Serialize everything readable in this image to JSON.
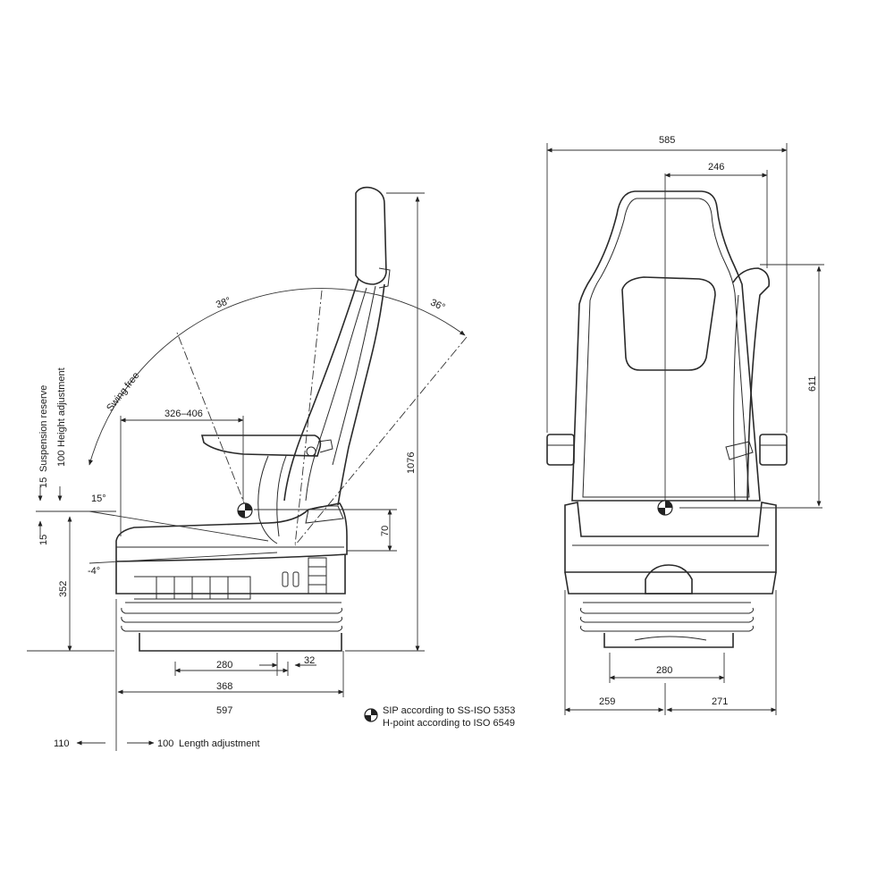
{
  "side_view": {
    "dims": {
      "armrest_range": "326–406",
      "backrest_height": "1076",
      "sip_height": "70",
      "seat_height": "352",
      "angle_top": "15°",
      "angle_bottom": "-4°",
      "reserve_step": "15",
      "reserve_step2": "15",
      "height_adj_value": "100",
      "base_280": "280",
      "base_32": "32",
      "base_368": "368",
      "overall_597": "597",
      "length_rear": "110",
      "length_front": "100"
    },
    "labels": {
      "angle_38": "38°",
      "angle_36": "36°",
      "swing_free": "Swing free",
      "suspension_reserve": "Suspension reserve",
      "height_adjustment": "Height adjustment",
      "length_adjustment": "Length adjustment"
    }
  },
  "front_view": {
    "dims": {
      "overall_width": "585",
      "half_width": "246",
      "belt_height": "611",
      "base_width": "280",
      "left_half": "259",
      "right_half": "271"
    }
  },
  "legend": {
    "sip": "SIP according to SS-ISO 5353",
    "hpoint": "H-point according to ISO 6549"
  }
}
